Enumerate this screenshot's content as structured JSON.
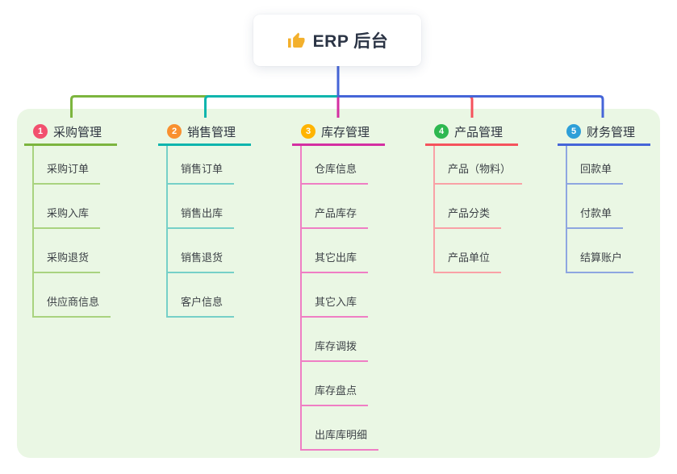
{
  "root": {
    "label": "ERP 后台",
    "icon": "thumbs-up-icon",
    "icon_color": "#f3b02c",
    "stem_color": "#4565d8"
  },
  "canvas": {
    "background": "#ffffff",
    "panel_background": "#eaf7e4"
  },
  "branches": [
    {
      "number": "1",
      "label": "采购管理",
      "badge_color": "#f2506e",
      "line_color": "#7cb53e",
      "child_line_color": "#a9d37f",
      "children": [
        "采购订单",
        "采购入库",
        "采购退货",
        "供应商信息"
      ]
    },
    {
      "number": "2",
      "label": "销售管理",
      "badge_color": "#f9902f",
      "line_color": "#0db5ad",
      "child_line_color": "#76d0c8",
      "children": [
        "销售订单",
        "销售出库",
        "销售退货",
        "客户信息"
      ]
    },
    {
      "number": "3",
      "label": "库存管理",
      "badge_color": "#ffb401",
      "line_color": "#d42fa2",
      "child_line_color": "#ef7ec4",
      "children": [
        "仓库信息",
        "产品库存",
        "其它出库",
        "其它入库",
        "库存调拨",
        "库存盘点",
        "出库库明细"
      ]
    },
    {
      "number": "4",
      "label": "产品管理",
      "badge_color": "#2eb850",
      "line_color": "#f5525c",
      "child_line_color": "#f9a1a6",
      "children": [
        "产品（物料）",
        "产品分类",
        "产品单位"
      ]
    },
    {
      "number": "5",
      "label": "财务管理",
      "badge_color": "#2d9fd8",
      "line_color": "#4565d8",
      "child_line_color": "#8ea6e0",
      "children": [
        "回款单",
        "付款单",
        "结算账户"
      ]
    }
  ]
}
